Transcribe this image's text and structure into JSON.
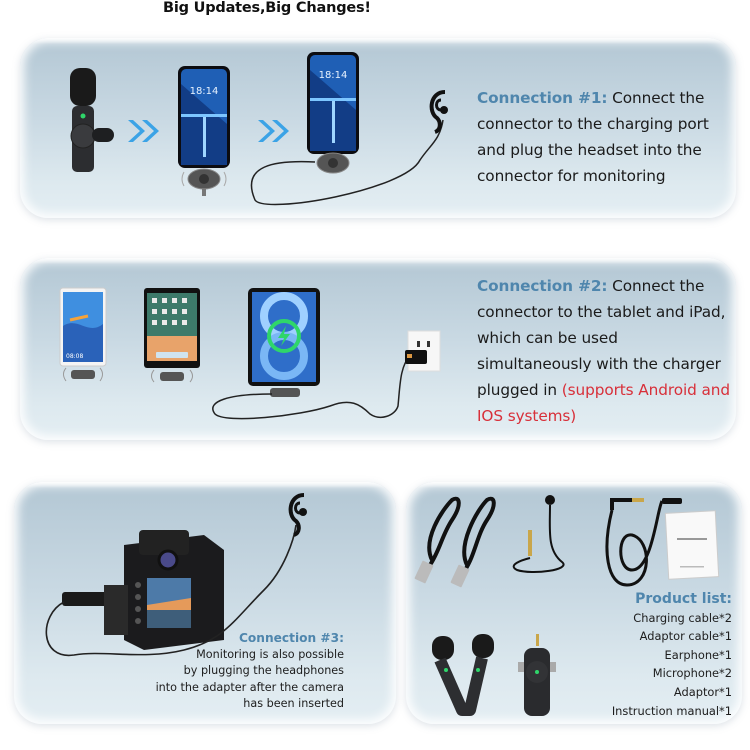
{
  "headline": "Big Updates,Big Changes!",
  "connection1": {
    "title": "Connection #1:",
    "text": " Connect the connector to the charging port and plug the headset into the connector for monitoring",
    "phone_time": "18:14",
    "illustration": [
      "wireless-mic",
      "double-chevron-arrow",
      "phone-with-receiver",
      "double-chevron-arrow",
      "phone-with-receiver-and-earphone",
      "ear-icon"
    ]
  },
  "connection2": {
    "title": "Connection #2:",
    "text": " Connect the connector to the tablet and iPad, which can be used simultaneously with the charger plugged in ",
    "highlight": "(supports Android and IOS systems)",
    "tablet_time": "08:08",
    "illustration": [
      "android-tablet",
      "ipad",
      "ipad-charging",
      "wall-charger"
    ]
  },
  "connection3": {
    "title": "Connection #3:",
    "lines": [
      "Monitoring is also possible",
      "by plugging the headphones",
      "into the adapter after the camera",
      "has been inserted"
    ],
    "illustration": [
      "dslr-camera",
      "ear-icon"
    ]
  },
  "product_list": {
    "title": "Product list:",
    "items": [
      "Charging cable*2",
      "Adaptor cable*1",
      "Earphone*1",
      "Microphone*2",
      "Adaptor*1",
      "Instruction manual*1"
    ],
    "illustration": [
      "usb-cable",
      "usb-cable",
      "earphone",
      "adaptor-cable",
      "instruction-manual",
      "microphones",
      "adaptor"
    ]
  },
  "colors": {
    "title_blue": "#4f86ad",
    "highlight_red": "#d8303a",
    "panel_top": "#b3c7d4",
    "panel_bottom": "#e4eef3",
    "arrow_blue": "#3ba3e6",
    "screen_blue": "#1f5fb5",
    "charge_green": "#2fd66a"
  }
}
